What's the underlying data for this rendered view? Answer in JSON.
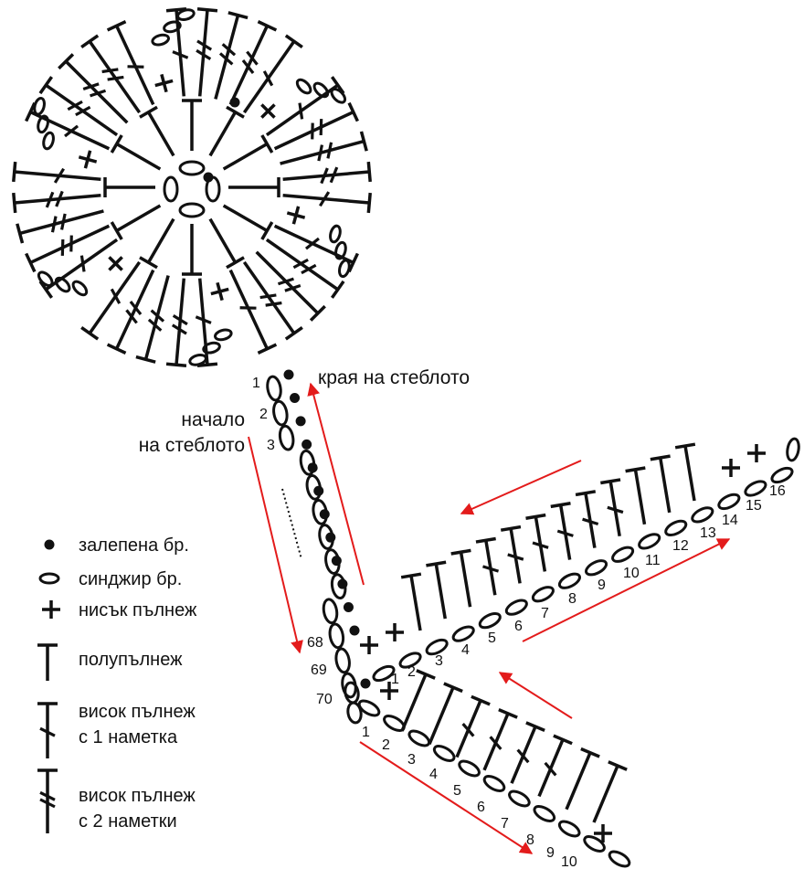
{
  "labels": {
    "stem_end": "края на стеблото",
    "stem_start_line1": "начало",
    "stem_start_line2": "на стеблото"
  },
  "legend": [
    {
      "symbol": "slip-stitch",
      "text": "залепена бр."
    },
    {
      "symbol": "chain",
      "text": "синджир бр."
    },
    {
      "symbol": "single-crochet",
      "text": "нисък пълнеж"
    },
    {
      "symbol": "half-double-crochet",
      "text": "полупълнеж"
    },
    {
      "symbol": "double-crochet",
      "text": "висок пълнеж",
      "text2": "с 1 наметка"
    },
    {
      "symbol": "treble-crochet",
      "text": "висок пълнеж",
      "text2": "с 2 наметки"
    }
  ],
  "stem_numbers": [
    "1",
    "2",
    "3",
    "68",
    "69",
    "70"
  ],
  "upper_leaf_numbers": [
    "1",
    "2",
    "3",
    "4",
    "5",
    "6",
    "7",
    "8",
    "9",
    "10",
    "11",
    "12",
    "13",
    "14",
    "15",
    "16"
  ],
  "lower_leaf_numbers": [
    "1",
    "2",
    "3",
    "4",
    "5",
    "6",
    "7",
    "8",
    "9",
    "10"
  ],
  "colors": {
    "ink": "#111111",
    "arrow": "#e31b1b"
  }
}
